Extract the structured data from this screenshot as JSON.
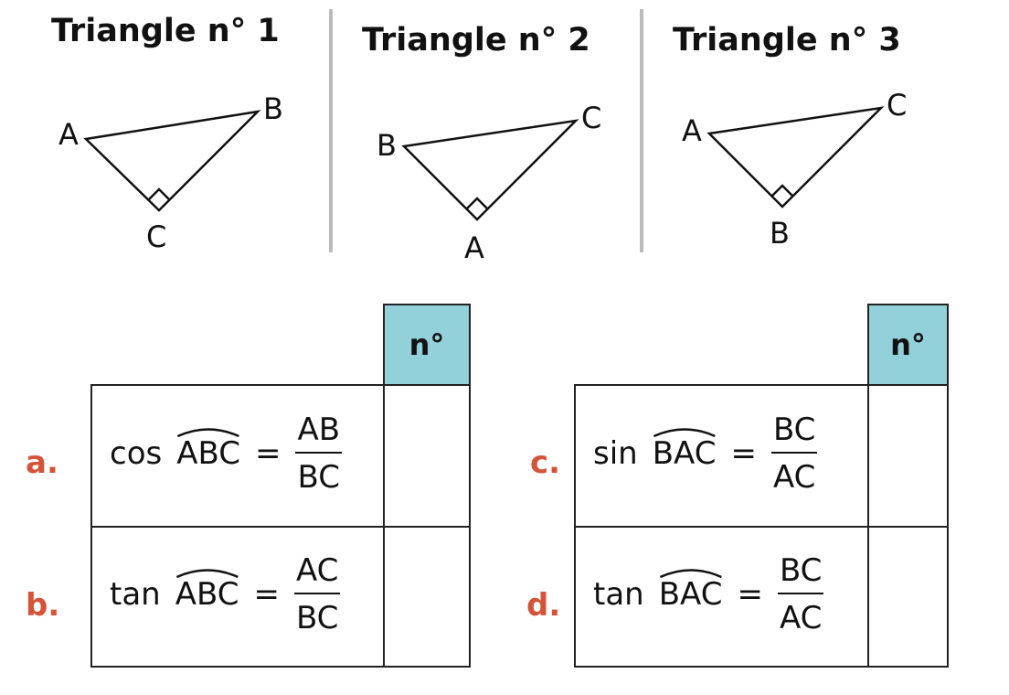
{
  "triangles": [
    {
      "title": "Triangle n° 1",
      "vertices": [
        "A",
        "B",
        "C"
      ]
    },
    {
      "title": "Triangle n° 2",
      "vertices": [
        "B",
        "C",
        "A"
      ]
    },
    {
      "title": "Triangle n° 3",
      "vertices": [
        "A",
        "C",
        "B"
      ]
    }
  ],
  "tables": {
    "header": "n°",
    "rows": [
      {
        "label": "a.",
        "fn": "cos",
        "angle": "ABC",
        "eq": "=",
        "num": "AB",
        "den": "BC"
      },
      {
        "label": "b.",
        "fn": "tan",
        "angle": "ABC",
        "eq": "=",
        "num": "AC",
        "den": "BC"
      },
      {
        "label": "c.",
        "fn": "sin",
        "angle": "BAC",
        "eq": "=",
        "num": "BC",
        "den": "AC"
      },
      {
        "label": "d.",
        "fn": "tan",
        "angle": "BAC",
        "eq": "=",
        "num": "BC",
        "den": "AC"
      }
    ]
  }
}
